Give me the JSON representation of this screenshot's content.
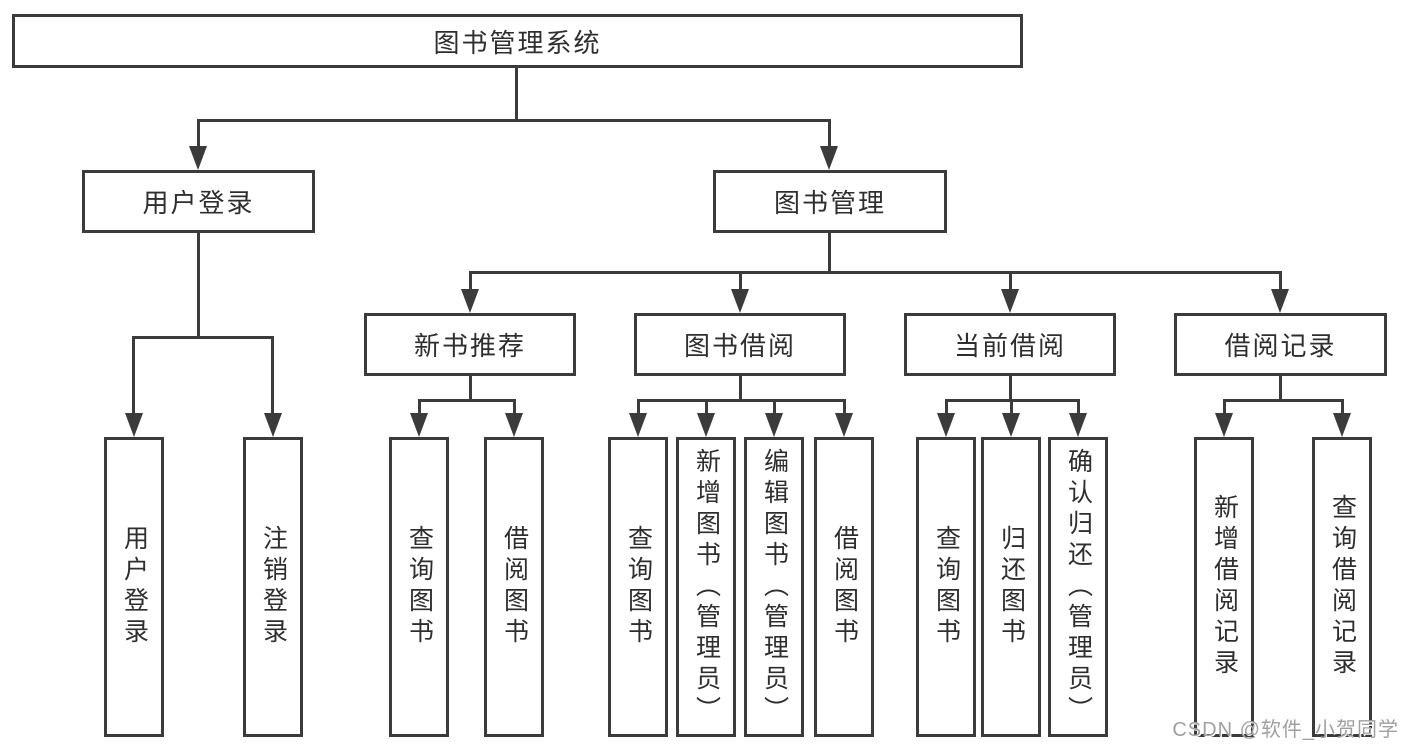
{
  "tree": {
    "root": {
      "label": "图书管理系统"
    },
    "level2": [
      {
        "label": "用户登录",
        "children": [
          "用户登录",
          "注销登录"
        ]
      },
      {
        "label": "图书管理",
        "children": [
          {
            "label": "新书推荐",
            "children": [
              "查询图书",
              "借阅图书"
            ]
          },
          {
            "label": "图书借阅",
            "children": [
              "查询图书",
              "新增图书（管理员）",
              "编辑图书（管理员）",
              "借阅图书"
            ]
          },
          {
            "label": "当前借阅",
            "children": [
              "查询图书",
              "归还图书",
              "确认归还（管理员）"
            ]
          },
          {
            "label": "借阅记录",
            "children": [
              "新增借阅记录",
              "查询借阅记录"
            ]
          }
        ]
      }
    ]
  },
  "watermark": {
    "text": "CSDN @软件_小贺同学"
  },
  "colors": {
    "line": "#3b3b3b",
    "box_border": "#3b3b3b",
    "text": "#2e2e2e",
    "watermark": "#a0a0a0",
    "background": "#ffffff"
  }
}
